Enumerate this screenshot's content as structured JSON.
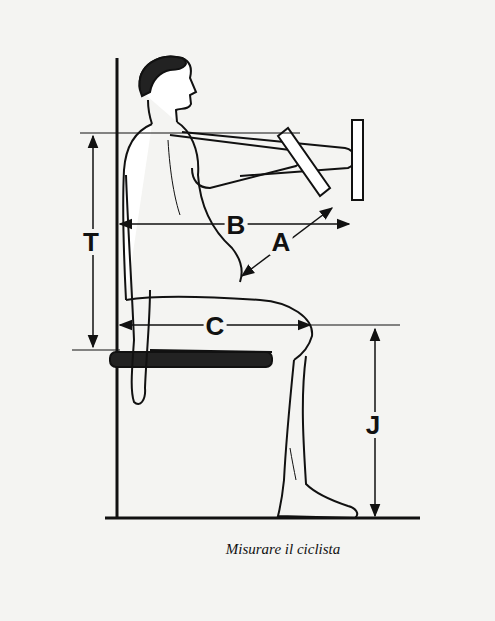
{
  "diagram": {
    "caption": "Misurare il ciclista",
    "labels": [
      "T",
      "B",
      "A",
      "C",
      "J"
    ]
  }
}
